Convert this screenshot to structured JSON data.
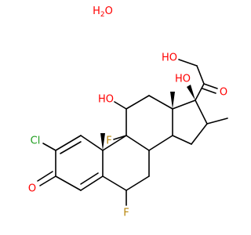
{
  "colors": {
    "oxygen": "#ff0000",
    "fluorine": "#b8860b",
    "chlorine": "#1f9e1f",
    "carbon": "#000000"
  },
  "atoms": {
    "water": "H2O",
    "hydroxyl_primary": "HO",
    "hydroxyl_17": "HO",
    "ketone_20": "O",
    "hydroxyl_11": "HO",
    "fluorine_9": "F",
    "chlorine_2": "Cl",
    "ketone_3": "O",
    "fluorine_6": "F"
  }
}
